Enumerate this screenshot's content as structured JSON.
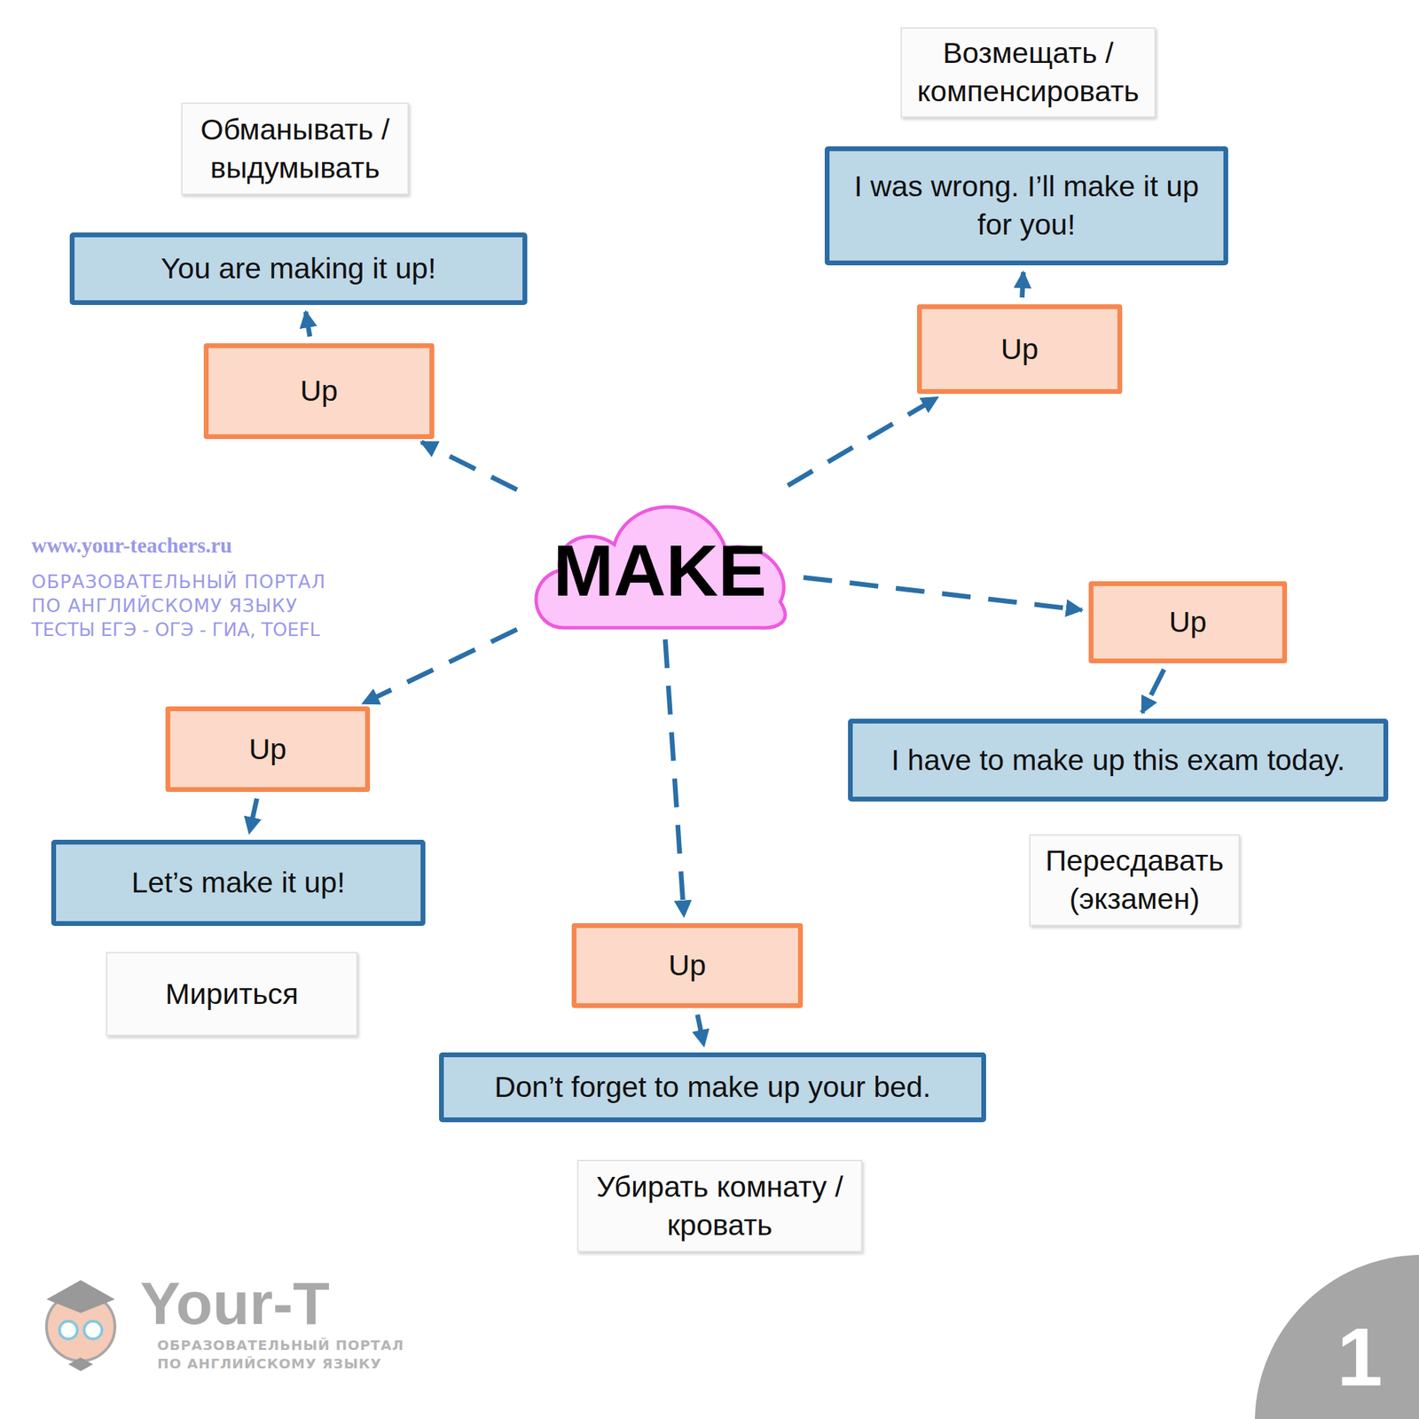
{
  "diagram": {
    "nodes": [
      {
        "text": [
          "Обманывать / выдумывать"
        ]
      },
      {
        "text": [
          "Возмещать / компенсировать"
        ]
      },
      {
        "text": [
          "You are making it up!"
        ]
      },
      {
        "text": [
          "I was wrong. I’ll make it up for you!"
        ]
      },
      {
        "text": [
          "Up"
        ]
      },
      {
        "text": [
          "Up"
        ]
      },
      {
        "text": [
          "MAKE"
        ]
      },
      {
        "text": [
          "Up"
        ]
      },
      {
        "text": [
          "Up"
        ]
      },
      {
        "text": [
          "I have to make up this exam today."
        ]
      },
      {
        "text": [
          "Let’s make it up!"
        ]
      },
      {
        "text": [
          "Пересдавать (экзамен)"
        ]
      },
      {
        "text": [
          "Up"
        ]
      },
      {
        "text": [
          "Мириться"
        ]
      },
      {
        "text": [
          "Don’t forget to make up your bed."
        ]
      },
      {
        "text": [
          "Убирать комнату / кровать"
        ]
      }
    ],
    "edges": [
      {
        "from": 6,
        "to": 4,
        "arrow": "to"
      },
      {
        "from": 6,
        "to": 5,
        "arrow": "to"
      },
      {
        "from": 6,
        "to": 7,
        "arrow": "to"
      },
      {
        "from": 6,
        "to": 8,
        "arrow": "to"
      },
      {
        "from": 6,
        "to": 12,
        "arrow": "to"
      },
      {
        "from": 4,
        "to": 2,
        "arrow": "to"
      },
      {
        "from": 5,
        "to": 3,
        "arrow": "to"
      },
      {
        "from": 7,
        "to": 9,
        "arrow": "to"
      },
      {
        "from": 8,
        "to": 10,
        "arrow": "to"
      },
      {
        "from": 12,
        "to": 14,
        "arrow": "to"
      }
    ],
    "labels": [
      "www.your-teachers.ru",
      "ОБРАЗОВАТЕЛЬНЫЙ ПОРТАЛ",
      "ПО АНГЛИЙСКОМУ ЯЗЫКУ",
      "ТЕСТЫ ЕГЭ - ОГЭ - ГИА, TOEFL",
      "Your-T",
      "ОБРАЗОВАТЕЛЬНЫЙ ПОРТАЛ",
      "ПО АНГЛИЙСКОМУ ЯЗЫКУ",
      "1"
    ]
  }
}
